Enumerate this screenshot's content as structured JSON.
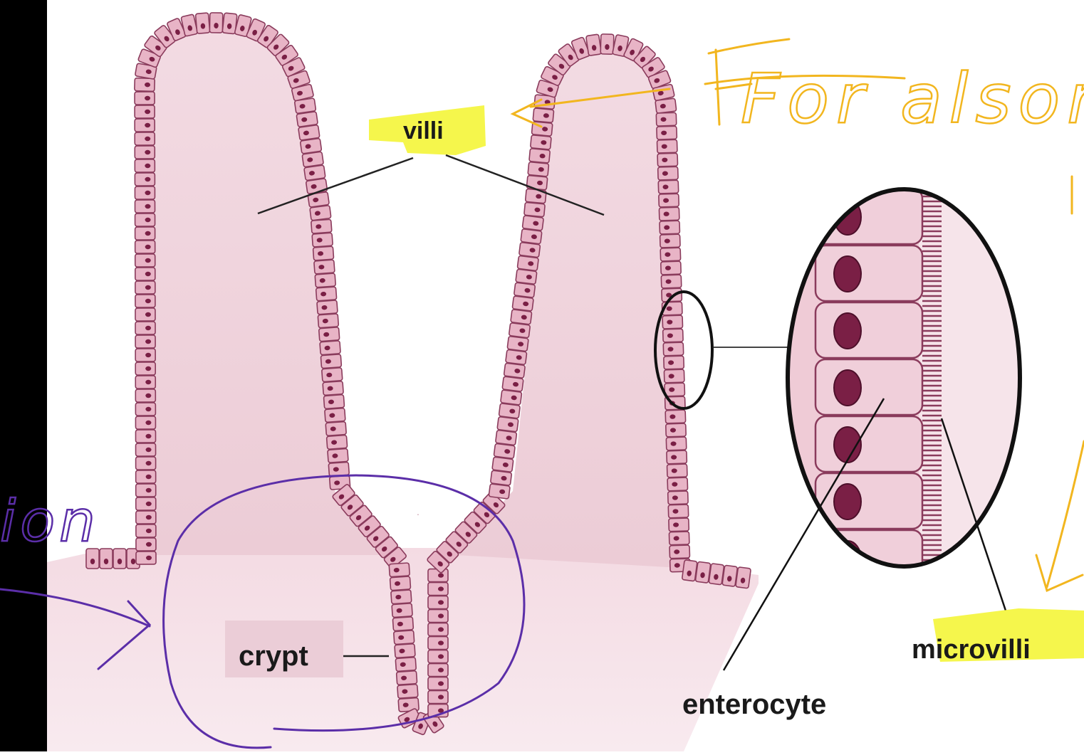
{
  "labels": {
    "villi": "villi",
    "crypt": "crypt",
    "enterocyte": "enterocyte",
    "microvilli": "microvilli"
  },
  "annotations": {
    "for_absorption": "For alsorp",
    "left_fragment": "ion"
  },
  "colors": {
    "left_bar": "#000000",
    "tissue_fill": "#efd4dc",
    "cell_fill": "#e8b4c6",
    "cell_stroke": "#8a3b5c",
    "nucleus": "#7a1f45",
    "highlight": "#f4f542",
    "pen_yellow": "#f2b61f",
    "pen_purple": "#5b2ea8",
    "leader_line": "#222222"
  }
}
